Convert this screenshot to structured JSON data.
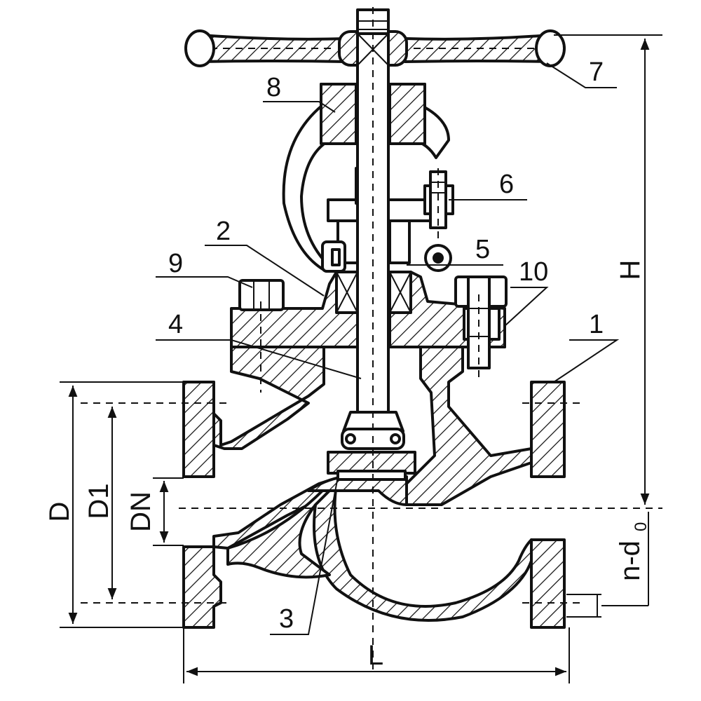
{
  "parts": [
    {
      "id": "1",
      "label": "1"
    },
    {
      "id": "2",
      "label": "2"
    },
    {
      "id": "3",
      "label": "3"
    },
    {
      "id": "4",
      "label": "4"
    },
    {
      "id": "5",
      "label": "5"
    },
    {
      "id": "6",
      "label": "6"
    },
    {
      "id": "7",
      "label": "7"
    },
    {
      "id": "8",
      "label": "8"
    },
    {
      "id": "9",
      "label": "9"
    },
    {
      "id": "10",
      "label": "10"
    }
  ],
  "dimensions": {
    "D": "D",
    "D1": "D1",
    "DN": "DN",
    "H": "H",
    "L": "L",
    "bolt_holes": "n-d",
    "bolt_holes_sub": "0"
  }
}
